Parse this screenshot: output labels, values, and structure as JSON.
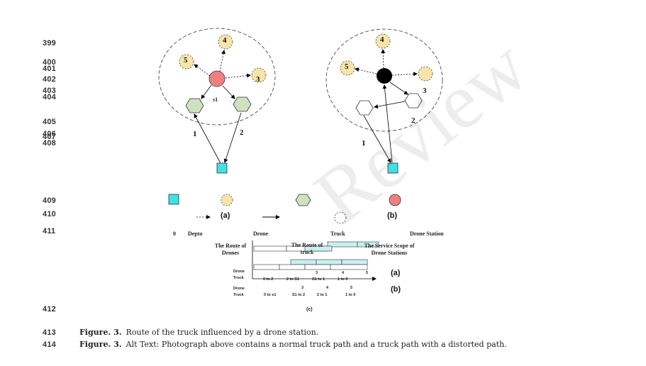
{
  "line_numbers": [
    "399",
    "400",
    "401",
    "402",
    "403",
    "404",
    "405",
    "406",
    "407",
    "408",
    "409",
    "410",
    "411",
    "412",
    "413",
    "414"
  ],
  "diagram_a": {
    "station_label": "s1",
    "petal_numbers": [
      "4",
      "5",
      "3"
    ],
    "route_numbers": [
      "1",
      "2"
    ]
  },
  "diagram_b": {
    "petal_numbers": [
      "4",
      "5",
      "3"
    ],
    "route_numbers": [
      "2",
      "1"
    ]
  },
  "subfig_labels": {
    "a": "(a)",
    "b": "(b)",
    "c": "(c)"
  },
  "legend": {
    "depot": "Depto",
    "drone": "Drone",
    "truck": "Truck",
    "drone_station": "Drone Station",
    "zero": "0",
    "route_of_drones": "The Route of Drones",
    "route_of_truck": "The Route of truck",
    "service_scope": "The Service Scope of Drone Stations"
  },
  "timeline": {
    "row_drone": "Drone",
    "row_truck": "Truck",
    "a_numbers": [
      "3",
      "4",
      "5"
    ],
    "a_segments": [
      "0 to 2",
      "2 to S1",
      "S1 to 1",
      "1 to 0"
    ],
    "b_numbers": [
      "3",
      "4",
      "5"
    ],
    "b_segments": [
      "0 to s1",
      "S1 to 2",
      "2 to 1",
      "1 to 0"
    ]
  },
  "captions": [
    {
      "label": "Figure. 3.",
      "text": "Route of the truck influenced by a drone station."
    },
    {
      "label": "Figure. 3.",
      "text": "Alt Text: Photograph above contains a normal truck path and a truck path with a distorted path."
    }
  ],
  "watermark": "Review",
  "colors": {
    "customer": "#f7e4a8",
    "station_a": "#f08080",
    "station_b": "#000000",
    "hex_fill": "#cfe0c0",
    "depot": "#40e0e8",
    "timeline_cyan": "#c8f0f4"
  }
}
